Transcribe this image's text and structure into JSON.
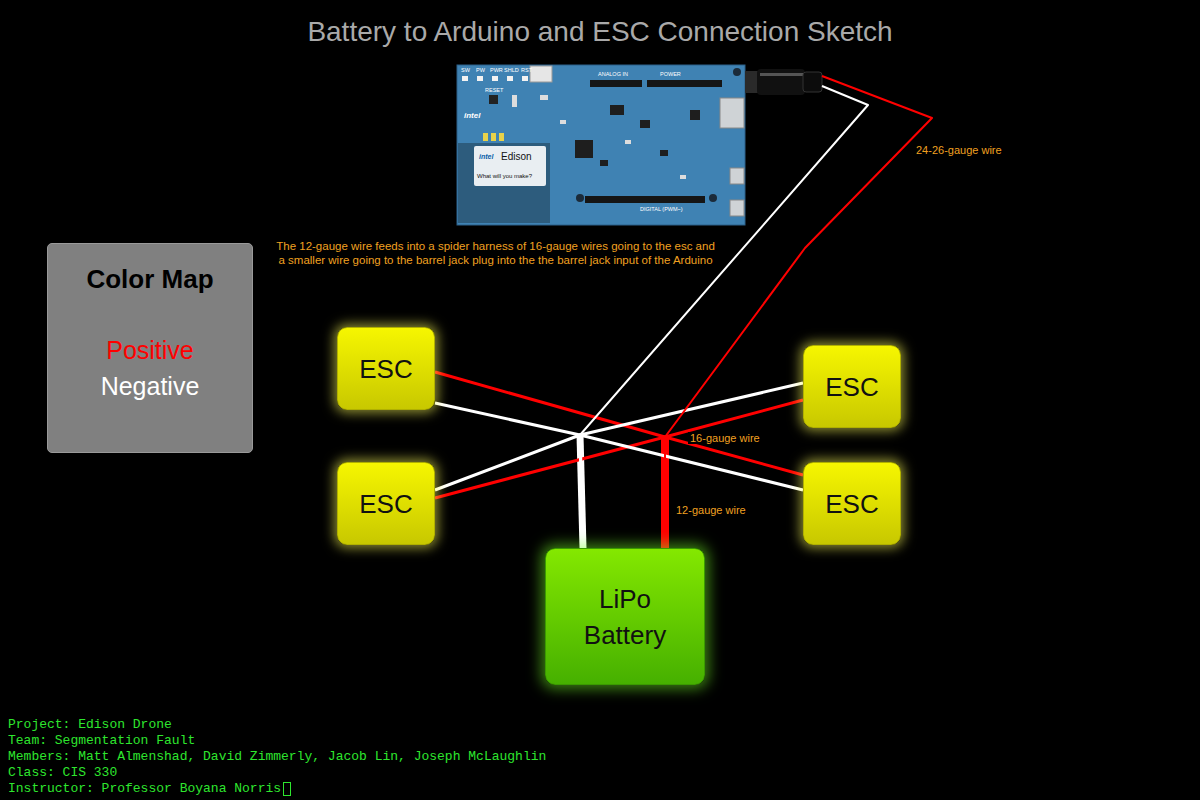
{
  "diagram": {
    "title": "Battery to Arduino and ESC Connection Sketch",
    "nodes": [
      {
        "text": [
          "intel",
          "Edison",
          "What will you make?"
        ]
      },
      {
        "text": [
          "Color Map"
        ]
      },
      {
        "text": [
          "ESC"
        ]
      },
      {
        "text": [
          "ESC"
        ]
      },
      {
        "text": [
          "ESC"
        ]
      },
      {
        "text": [
          "ESC"
        ]
      },
      {
        "text": [
          "LiPo Battery"
        ]
      }
    ],
    "edges": [
      {
        "from": 6,
        "to": 2,
        "arrow": "none"
      },
      {
        "from": 6,
        "to": 2,
        "arrow": "none"
      },
      {
        "from": 6,
        "to": 3,
        "arrow": "none"
      },
      {
        "from": 6,
        "to": 3,
        "arrow": "none"
      },
      {
        "from": 6,
        "to": 4,
        "arrow": "none"
      },
      {
        "from": 6,
        "to": 4,
        "arrow": "none"
      },
      {
        "from": 6,
        "to": 5,
        "arrow": "none"
      },
      {
        "from": 6,
        "to": 5,
        "arrow": "none"
      },
      {
        "from": 6,
        "to": 0,
        "arrow": "none"
      },
      {
        "from": 6,
        "to": 0,
        "arrow": "none"
      }
    ],
    "labels": [
      "SW",
      "PW",
      "PWR",
      "SHLD",
      "RST",
      "RESET",
      "intel",
      "ANALOG IN",
      "POWER",
      "DIGITAL (PWM~)",
      "24-26-gauge wire",
      "The 12-gauge wire feeds into a spider harness of 16-gauge wires going to the esc and a smaller wire going to the barrel jack plug into the the barrel jack input of the Arduino",
      "16-gauge wire",
      "12-gauge wire",
      "Project: Edison Drone",
      "Team: Segmentation Fault",
      "Members: Matt Almenshad, David Zimmerly, Jacob Lin, Joseph McLaughlin",
      "Class: CIS 330",
      "Instructor: Professor Boyana Norris"
    ],
    "legend": [
      {
        "text": "Positive",
        "color": "#ff0000"
      },
      {
        "text": "Negative",
        "color": "#ffffff"
      }
    ]
  }
}
